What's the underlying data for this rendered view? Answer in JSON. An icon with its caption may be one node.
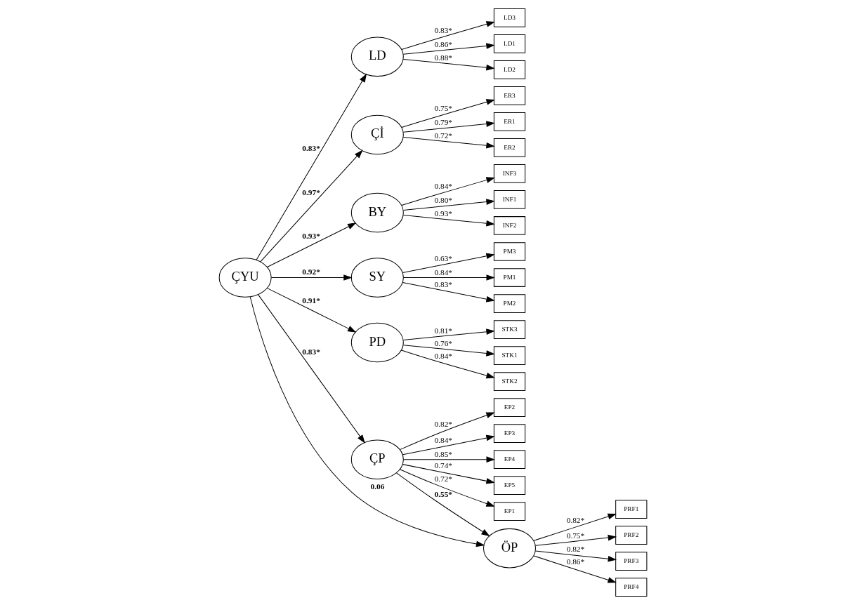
{
  "diagram": {
    "nodes": [
      {
        "text": [
          "ÇYU"
        ]
      },
      {
        "text": [
          "LD"
        ]
      },
      {
        "text": [
          "Çİ"
        ]
      },
      {
        "text": [
          "BY"
        ]
      },
      {
        "text": [
          "SY"
        ]
      },
      {
        "text": [
          "PD"
        ]
      },
      {
        "text": [
          "ÇP"
        ]
      },
      {
        "text": [
          "ÖP"
        ]
      },
      {
        "text": [
          "LD1"
        ]
      },
      {
        "text": [
          "LD2"
        ]
      },
      {
        "text": [
          "LD3"
        ]
      },
      {
        "text": [
          "ER1"
        ]
      },
      {
        "text": [
          "ER2"
        ]
      },
      {
        "text": [
          "ER3"
        ]
      },
      {
        "text": [
          "INF1"
        ]
      },
      {
        "text": [
          "INF2"
        ]
      },
      {
        "text": [
          "INF3"
        ]
      },
      {
        "text": [
          "PM1"
        ]
      },
      {
        "text": [
          "PM2"
        ]
      },
      {
        "text": [
          "PM3"
        ]
      },
      {
        "text": [
          "STK1"
        ]
      },
      {
        "text": [
          "STK2"
        ]
      },
      {
        "text": [
          "STK3"
        ]
      },
      {
        "text": [
          "EP1"
        ]
      },
      {
        "text": [
          "EP2"
        ]
      },
      {
        "text": [
          "EP3"
        ]
      },
      {
        "text": [
          "EP4"
        ]
      },
      {
        "text": [
          "EP5"
        ]
      },
      {
        "text": [
          "PRF1"
        ]
      },
      {
        "text": [
          "PRF2"
        ]
      },
      {
        "text": [
          "PRF3"
        ]
      },
      {
        "text": [
          "PRF4"
        ]
      }
    ],
    "edges": [
      {
        "from": 0,
        "to": 1,
        "arrow": "to",
        "label": "0.83*"
      },
      {
        "from": 0,
        "to": 2,
        "arrow": "to",
        "label": "0.97*"
      },
      {
        "from": 0,
        "to": 3,
        "arrow": "to",
        "label": "0.93*"
      },
      {
        "from": 0,
        "to": 4,
        "arrow": "to",
        "label": "0.92*"
      },
      {
        "from": 0,
        "to": 5,
        "arrow": "to",
        "label": "0.91*"
      },
      {
        "from": 0,
        "to": 6,
        "arrow": "to",
        "label": "0.83*"
      },
      {
        "from": 6,
        "to": 7,
        "arrow": "to",
        "label": "0.55*"
      },
      {
        "from": 0,
        "to": 7,
        "arrow": "to",
        "label": "0.06"
      },
      {
        "from": 1,
        "to": 8,
        "arrow": "to",
        "label": "0.86*"
      },
      {
        "from": 1,
        "to": 9,
        "arrow": "to",
        "label": "0.88*"
      },
      {
        "from": 1,
        "to": 10,
        "arrow": "to",
        "label": "0.83*"
      },
      {
        "from": 2,
        "to": 11,
        "arrow": "to",
        "label": "0.79*"
      },
      {
        "from": 2,
        "to": 12,
        "arrow": "to",
        "label": "0.72*"
      },
      {
        "from": 2,
        "to": 13,
        "arrow": "to",
        "label": "0.75*"
      },
      {
        "from": 3,
        "to": 14,
        "arrow": "to",
        "label": "0.80*"
      },
      {
        "from": 3,
        "to": 15,
        "arrow": "to",
        "label": "0.93*"
      },
      {
        "from": 3,
        "to": 16,
        "arrow": "to",
        "label": "0.84*"
      },
      {
        "from": 4,
        "to": 17,
        "arrow": "to",
        "label": "0.84*"
      },
      {
        "from": 4,
        "to": 18,
        "arrow": "to",
        "label": "0.83*"
      },
      {
        "from": 4,
        "to": 19,
        "arrow": "to",
        "label": "0.63*"
      },
      {
        "from": 5,
        "to": 20,
        "arrow": "to",
        "label": "0.76*"
      },
      {
        "from": 5,
        "to": 21,
        "arrow": "to",
        "label": "0.84*"
      },
      {
        "from": 5,
        "to": 22,
        "arrow": "to",
        "label": "0.81*"
      },
      {
        "from": 6,
        "to": 23,
        "arrow": "to",
        "label": "0.72*"
      },
      {
        "from": 6,
        "to": 24,
        "arrow": "to",
        "label": "0.82*"
      },
      {
        "from": 6,
        "to": 25,
        "arrow": "to",
        "label": "0.84*"
      },
      {
        "from": 6,
        "to": 26,
        "arrow": "to",
        "label": "0.85*"
      },
      {
        "from": 6,
        "to": 27,
        "arrow": "to",
        "label": "0.74*"
      },
      {
        "from": 7,
        "to": 28,
        "arrow": "to",
        "label": "0.82*"
      },
      {
        "from": 7,
        "to": 29,
        "arrow": "to",
        "label": "0.75*"
      },
      {
        "from": 7,
        "to": 30,
        "arrow": "to",
        "label": "0.82*"
      },
      {
        "from": 7,
        "to": 31,
        "arrow": "to",
        "label": "0.86*"
      }
    ]
  }
}
